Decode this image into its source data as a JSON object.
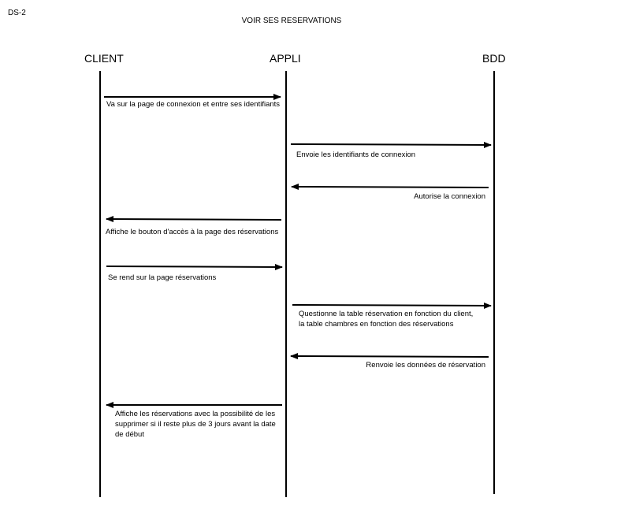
{
  "diagram": {
    "code": "DS-2",
    "title": "VOIR SES RESERVATIONS",
    "actors": [
      {
        "id": "client",
        "label": "CLIENT"
      },
      {
        "id": "appli",
        "label": "APPLI"
      },
      {
        "id": "bdd",
        "label": "BDD"
      }
    ],
    "messages": [
      {
        "from": "client",
        "to": "appli",
        "lines": [
          "Va sur la page de connexion et entre ses identifiants"
        ]
      },
      {
        "from": "appli",
        "to": "bdd",
        "lines": [
          "Envoie les identifiants de connexion"
        ]
      },
      {
        "from": "bdd",
        "to": "appli",
        "lines": [
          "Autorise la connexion"
        ]
      },
      {
        "from": "appli",
        "to": "client",
        "lines": [
          "Affiche le bouton d'accès à la page des réservations"
        ]
      },
      {
        "from": "client",
        "to": "appli",
        "lines": [
          "Se rend sur la page réservations"
        ]
      },
      {
        "from": "appli",
        "to": "bdd",
        "lines": [
          "Questionne la table réservation en fonction du client,",
          "la table chambres en fonction des réservations"
        ]
      },
      {
        "from": "bdd",
        "to": "appli",
        "lines": [
          "Renvoie les données de réservation"
        ]
      },
      {
        "from": "appli",
        "to": "client",
        "lines": [
          "Affiche les réservations avec la possibilité de les",
          "supprimer si il reste plus de 3 jours avant la date",
          "de début"
        ]
      }
    ]
  }
}
